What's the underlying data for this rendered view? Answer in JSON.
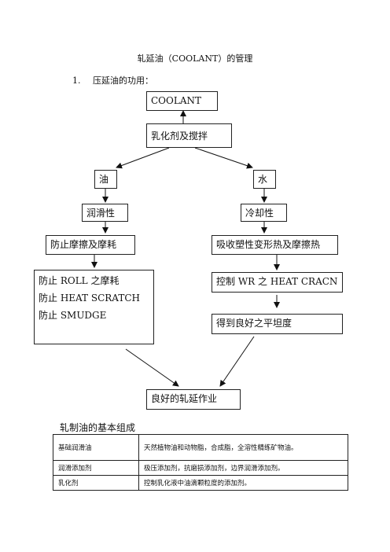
{
  "title": "轧延油（COOLANT）的管理",
  "section": {
    "num": "1.",
    "text": "压延油的功用："
  },
  "flow": {
    "coolant": "COOLANT",
    "emulsifier": "乳化剂及搅拌",
    "oil": "油",
    "water": "水",
    "lubricity": "润滑性",
    "cooling": "冷却性",
    "prevent_wear": "防止摩擦及摩耗",
    "absorb_heat": "吸收塑性变形热及摩擦热",
    "prevent_list": [
      "防止 ROLL 之摩耗",
      "防止 HEAT SCRATCH",
      "防止 SMUDGE"
    ],
    "control_wr": "控制 WR 之 HEAT CRACN",
    "flatness": "得到良好之平坦度",
    "result": "良好的轧延作业"
  },
  "composition": {
    "title": "轧制油的基本组成",
    "rows": [
      {
        "name": "基础润滑油",
        "desc": "天然植物油和动物脂，合成脂，全溶性精练矿物油。"
      },
      {
        "name": "润滑添加剂",
        "desc": "极压添加剂，抗磨损添加剂，边界润滑添加剂。"
      },
      {
        "name": "乳化剂",
        "desc": "控制乳化液中油滴颗粒度的添加剂。"
      }
    ]
  }
}
